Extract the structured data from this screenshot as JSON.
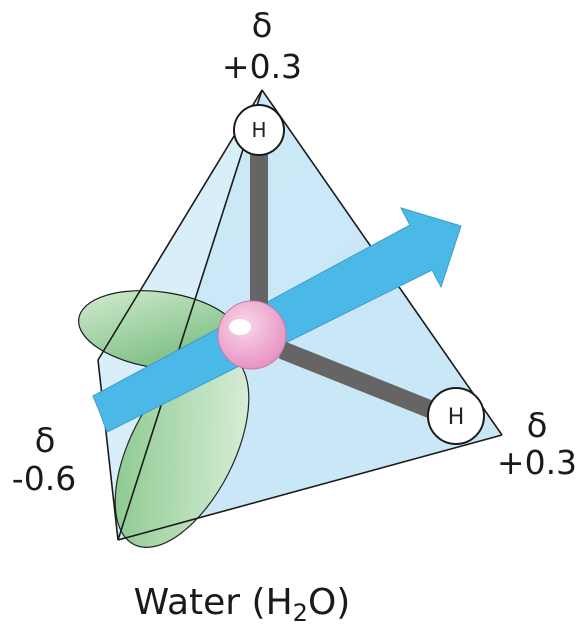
{
  "diagram": {
    "caption": {
      "main": "Water (H",
      "subscript": "2",
      "end": "O)"
    },
    "atoms": {
      "hydrogen_top": "H",
      "hydrogen_right": "H"
    },
    "charges": {
      "top": {
        "symbol": "δ",
        "value": "+0.3"
      },
      "right": {
        "symbol": "δ",
        "value": "+0.3"
      },
      "left": {
        "symbol": "δ",
        "value": "-0.6"
      }
    },
    "colors": {
      "tetrahedron_fill": "#cfeaf7",
      "tetrahedron_edge": "#1b1b1b",
      "dipole_arrow": "#4bb9e8",
      "bond": "#656565",
      "oxygen": "#f1a9cf",
      "lone_pair": "#8fcf8c",
      "hydrogen_fill": "#ffffff"
    }
  }
}
